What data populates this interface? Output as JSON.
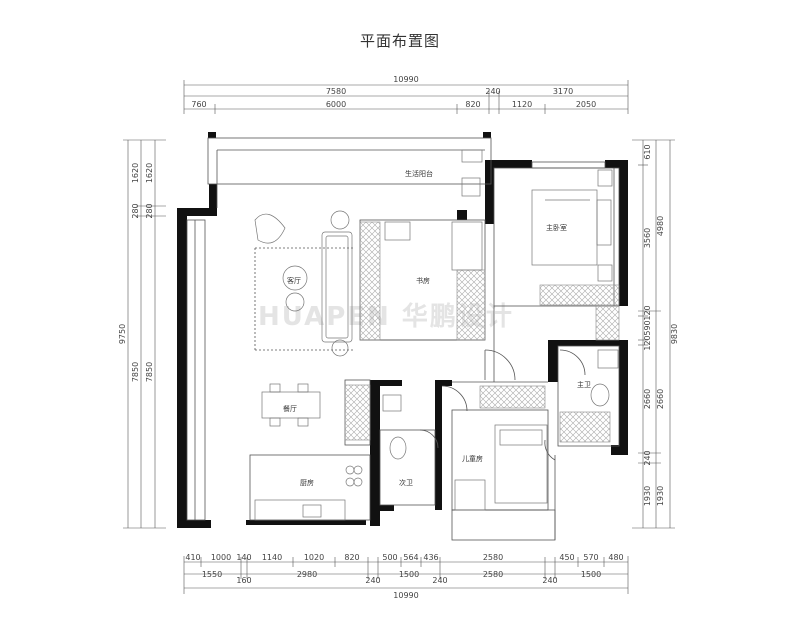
{
  "title": "平面布置图",
  "watermark": "HUAPEN 华鹏设计",
  "rooms": {
    "living": "客厅",
    "dining": "餐厅",
    "kitchen": "厨房",
    "study": "书房",
    "utility_balcony": "生活阳台",
    "master_bedroom": "主卧室",
    "master_bath": "主卫",
    "second_bath": "次卫",
    "kids_room": "儿童房"
  },
  "dims_top": {
    "total": "10990",
    "r1": [
      "7580",
      "240",
      "3170"
    ],
    "r2": [
      "760",
      "6000",
      "820",
      "1120",
      "2050"
    ]
  },
  "dims_bottom": {
    "r1": [
      "410",
      "1000",
      "140",
      "1140",
      "1020",
      "820",
      "500",
      "564",
      "436",
      "2580",
      "450",
      "570",
      "480"
    ],
    "r2": [
      "1550",
      "160",
      "2980",
      "240",
      "1500",
      "240",
      "2580",
      "240",
      "1500"
    ],
    "total": "10990"
  },
  "dims_left": {
    "outer": "9750",
    "mid": [
      "1620",
      "280",
      "7850"
    ],
    "inner": [
      "1620",
      "280",
      "7850"
    ]
  },
  "dims_right": {
    "inner": [
      "610",
      "3560",
      "120",
      "590",
      "120",
      "2660",
      "240",
      "1930"
    ],
    "mid": [
      "4980",
      "2660",
      "1930"
    ],
    "outer": "9830"
  },
  "colors": {
    "wall": "#111111",
    "line": "#555555",
    "furniture": "#888888",
    "hatch": "#9a9a9a"
  }
}
